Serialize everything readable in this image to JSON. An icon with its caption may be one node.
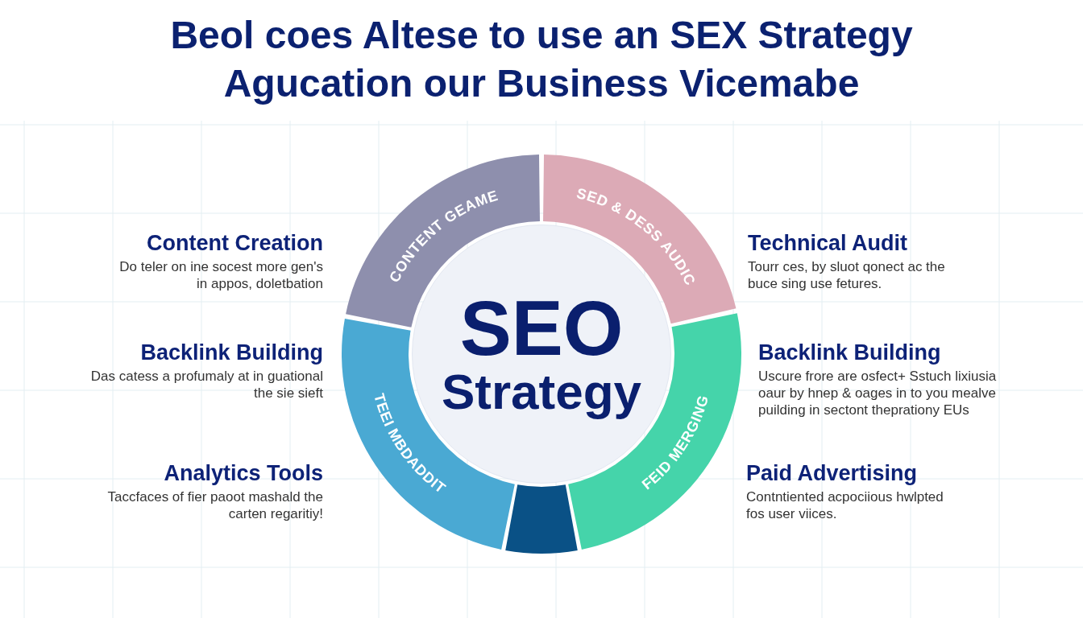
{
  "diagram": {
    "title": "Beol coes Altese to use an SEX Strategy Agucation our Business Vicemabe",
    "nodes": [
      {
        "text": [
          "CONTENT GEAME"
        ]
      },
      {
        "text": [
          "SED & DESS AUDIC"
        ]
      },
      {
        "text": [
          "SEO",
          "Strategy"
        ]
      },
      {
        "text": [
          "TEEI MBDADDIT"
        ]
      },
      {
        "text": [
          "FEID MERGING"
        ]
      },
      {
        "text": [],
        "shape": "circle"
      }
    ],
    "labels": [
      "Content Creation",
      "Do teler on ine socest more gen's in appos, doletbation",
      "Technical Audit",
      "Tourr ces, by sluot qonect ac the buce sing use fetures.",
      "Backlink Building",
      "Das catess a profumaly at in guational the sie sieft",
      "Backlink Building",
      "Uscure frore are osfect+ Sstuch lixiusia oaur by hnep & oages in to you mealve puilding in sectont theprationy EUs",
      "Analytics Tools",
      "Taccfaces of fier paoot mashald the carten regaritiy!",
      "Paid Advertising",
      "Contntiented acpociious hwlpted fos user viices."
    ]
  }
}
